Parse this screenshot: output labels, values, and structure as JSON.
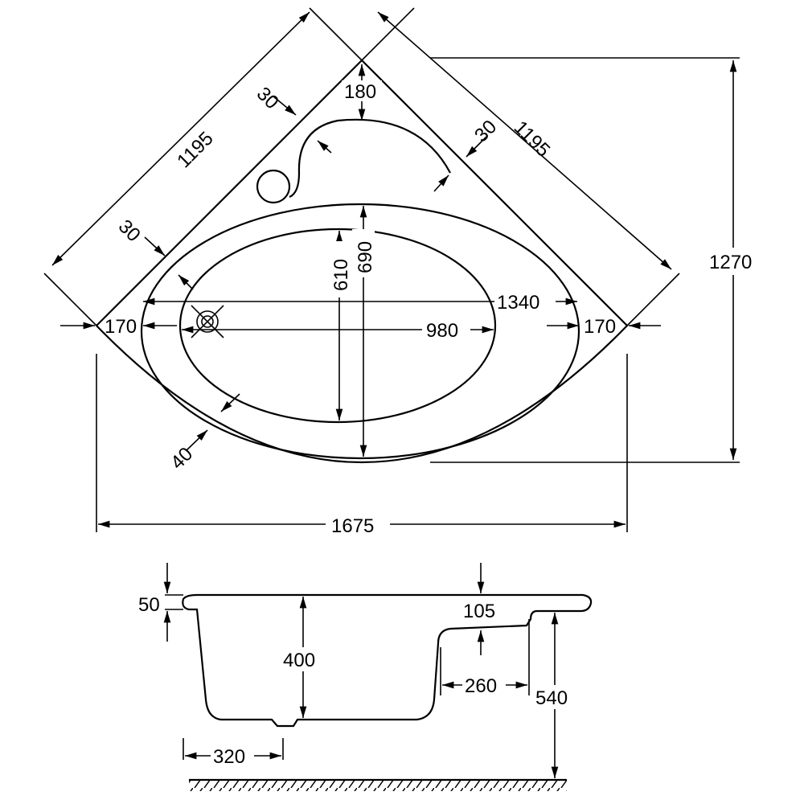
{
  "top_view": {
    "dims": {
      "side_left": "1195",
      "side_right": "1195",
      "depth_total": "1270",
      "width_total": "1675",
      "corner_top": "180",
      "rim_top_left": "30",
      "rim_top_right": "30",
      "rim_left": "30",
      "rim_bottom": "40",
      "end_left": "170",
      "end_right": "170",
      "inner_length": "1340",
      "basin_length": "980",
      "basin_width": "610",
      "inner_width": "690"
    }
  },
  "side_view": {
    "dims": {
      "rim_thickness": "50",
      "depth": "400",
      "seat_height": "105",
      "seat_length": "260",
      "total_height": "540",
      "drain_offset": "320"
    }
  }
}
